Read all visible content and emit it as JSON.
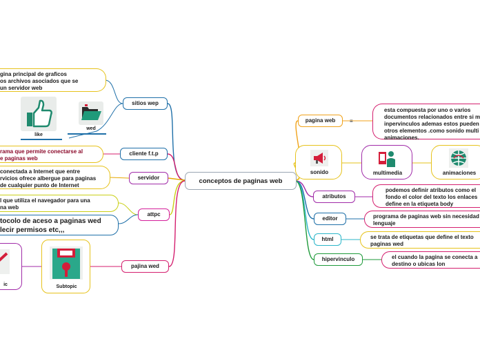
{
  "central": {
    "label": "conceptos de paginas web"
  },
  "left": {
    "sitios": {
      "label": "sitios wep",
      "note": [
        "gina principal de graficos",
        "os archivos asociados que se",
        "un servidor web"
      ],
      "like_caption": "like",
      "wed_caption": "wed"
    },
    "cliente": {
      "label": "cliente f.t.p",
      "note": [
        "rama que permite conectarse al",
        "e paginas web"
      ]
    },
    "servidor": {
      "label": "servidor",
      "note": [
        "conectada a Internet  que entre",
        "rvicios ofrece albergue para paginas",
        "de cualquier punto de Internet"
      ]
    },
    "attpc": {
      "label": "attpc",
      "note1": [
        "l que utiliza el navegador para una",
        "na web"
      ],
      "note2": [
        "tocolo de aceso a paginas wed",
        "lecir permisos etc,,,"
      ]
    },
    "pajina": {
      "label": "pajina wed",
      "subtopic": "Subtopic",
      "partial_caption": "ic"
    }
  },
  "right": {
    "pagina_web": {
      "label": "pagina web",
      "menu_icon": "≡",
      "note": [
        "esta compuesta por uno o varios",
        "documentos relacionados entre si m",
        "inpervinculos ademas estos pueden",
        "otros elementos .como sonido multi",
        "animaciones."
      ]
    },
    "sonido": {
      "label": "sonido",
      "multimedia": "multimedia",
      "animaciones": "animaciones"
    },
    "atributos": {
      "label": "atributos",
      "note": [
        "podemos definir atributos como el",
        "fondo el color del texto los enlaces",
        "define en la etiqueta body"
      ]
    },
    "editor": {
      "label": "editor",
      "note": [
        "programa de paginas web sin necesidad",
        "lenguaje"
      ]
    },
    "html": {
      "label": "html",
      "note": [
        "se trata de etiquetas que define el texto",
        "paginas wed"
      ]
    },
    "hipervinculo": {
      "label": "hipervinculo",
      "note": [
        "el cuando la pagina se conecta a",
        "destino o ubicas lon"
      ]
    }
  },
  "colors": {
    "sitios": "#1e6fa8",
    "cliente": "#d41e6e",
    "servidor": "#e6a800",
    "attpc": "#c9cf16",
    "attpc2": "#1e6fa8",
    "pajina": "#d41e6e",
    "pagina_web": "#f0a21a",
    "sonido": "#e6c21a",
    "multimedia": "#a02aa8",
    "animaciones": "#e6c21a",
    "atributos": "#a02aa8",
    "editor": "#1e6fa8",
    "html": "#2bb6c9",
    "hipervinculo": "#1e9a3a",
    "left_accent": "#d41e9a"
  }
}
